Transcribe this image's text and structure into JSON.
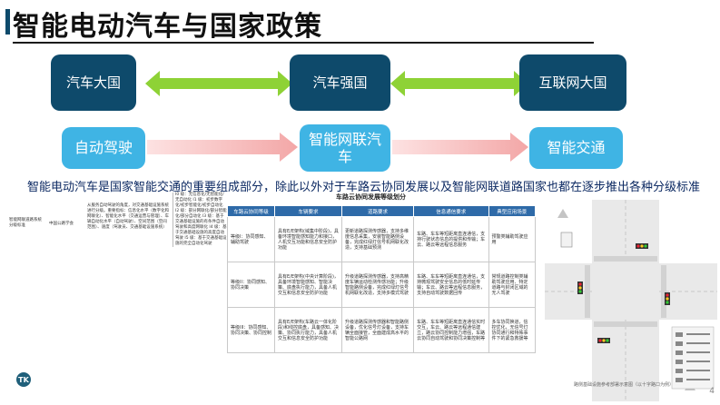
{
  "title": "智能电动汽车与国家政策",
  "boxes": {
    "auto_power": "汽车大国",
    "auto_strong": "汽车强国",
    "internet_power": "互联网大国",
    "auto_driving": "自动驾驶",
    "connected_car": "智能网联汽车",
    "smart_traffic": "智能交通"
  },
  "caption": "智能电动汽车是国家智能交通的重要组成部分，除此以外对于车路云协同发展以及智能网联道路国家也都在逐步推出各种分级标准",
  "left_list": {
    "col1": "智能网联道路系统分级标准",
    "col2": "中国公路学会",
    "col3": "从服务自动驾驶的角度，对交通基础设施系统进行分级。重要指标：信息化水平（数字化和网联化）、智能化水平（交通运营与管理）、车辆自动化水平（自动驾驶）、空间范围（空间范围）、速度（驾驶员、交通基础设施系统）",
    "col4": "I0 级：无信息化/无智能化/无自动化 I1 级：初步数字化/初步智能化/初步自动化 I2 级：部分网联化/部分智能化/部分自动化 I3 级：基于交通基础设施的有条件自动驾驶和高度网联化 I4 级：基于交通基础设施的高度自动驾驶 I5 级：基于交通基础设施的完全自动化驾驶"
  },
  "table": {
    "title": "车路云协同发展等级划分",
    "headers": [
      "车路云协同等级",
      "车辆要求",
      "道路要求",
      "信息通信要求",
      "典型应用场景"
    ],
    "rows": [
      [
        "等级I：协同感知、辅助驾驶",
        "具有E/E架构(域集中阶段)，具备环境智能感知能力和接口，人机交互功能和信息安全防护功能",
        "更新道路探测传感器，支持多维度信息采集，安装智能路侧设备，完成红绿灯信号机网联化改造，支持基础预测",
        "车路、车车等短距离直连通信，支持行驶状态信息的提供和传输；车云、路云等远程信息服务",
        "预警类辅助驾驶应用"
      ],
      [
        "等级II：协同感知、协同决策",
        "具有E/E架构(中央计算阶段)，具备环境智能感知、智能决策、底盘执行能力，具备人机交互和信息安全防护功能",
        "升级道路探测传感器，支持高精度车辆运动检测传感功能；升级智能路侧设备，完成红绿灯信号机网联化改造，支持多模式驾驶",
        "车路、车车等短距离直连通信，支持微观驾驶安全信息的低时延传输；车云、路云等远程信息服务，支持自动驾驶数据回传",
        "常规道路控制类辅助驾驶应用、特定道路与封闭区域的无人驾驶"
      ],
      [
        "等级III：协同感知、协同决策、协同控制",
        "具有E/E架构(车路云一体化阶段)和线控底盘，具备感知、决策、协同执行能力，具备人机交互和信息安全防护功能",
        "升级道路探测传感器和智能路侧设备，优化信号灯设备，支持车辆全面接管，全面建成高水平的智能公路网",
        "车路、车车等短距离直连通信实时交互，车云、路云等远程通信建立，路云协同控制能力增强，车路云协同自动驾驶和协同决策控制等",
        "多车协同换道，信控优化，无信号灯协同通行和特殊事件下的紧急救援等"
      ]
    ]
  },
  "map_caption": "路侧基础设施参考部署示意图（以十字路口为例）",
  "logo_text": "TK",
  "page_number": "4",
  "colors": {
    "dark_box": "#0e4a6b",
    "light_box": "#3fb4e4",
    "arrow_green": "#8ed236",
    "arrow_pink": "#f3a7a7",
    "table_header": "#2e6aa8",
    "caption_text": "#0d2a63"
  }
}
